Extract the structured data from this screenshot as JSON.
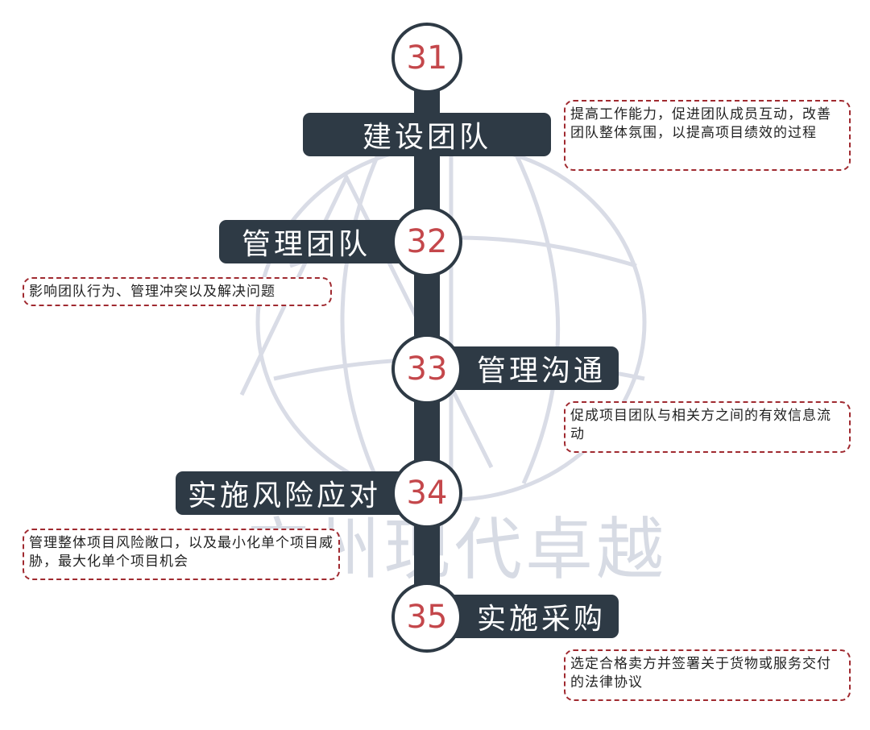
{
  "watermark": {
    "text": "广州现代卓越"
  },
  "steps": [
    {
      "number": "31",
      "title": "建设团队",
      "desc": "提高工作能力，促进团队成员互动，改善团队整体氛围，以提高项目绩效的过程"
    },
    {
      "number": "32",
      "title": "管理团队",
      "desc": "影响团队行为、管理冲突以及解决问题"
    },
    {
      "number": "33",
      "title": "管理沟通",
      "desc": "促成项目团队与相关方之间的有效信息流动"
    },
    {
      "number": "34",
      "title": "实施风险应对",
      "desc": "管理整体项目风险敞口，以及最小化单个项目威胁，最大化单个项目机会"
    },
    {
      "number": "35",
      "title": "实施采购",
      "desc": "选定合格卖方并签署关于货物或服务交付的法律协议"
    }
  ],
  "colors": {
    "dark": "#2e3a45",
    "number": "#c4474b",
    "dashed_border": "#a02a30",
    "watermark": "#d7dbe4"
  }
}
